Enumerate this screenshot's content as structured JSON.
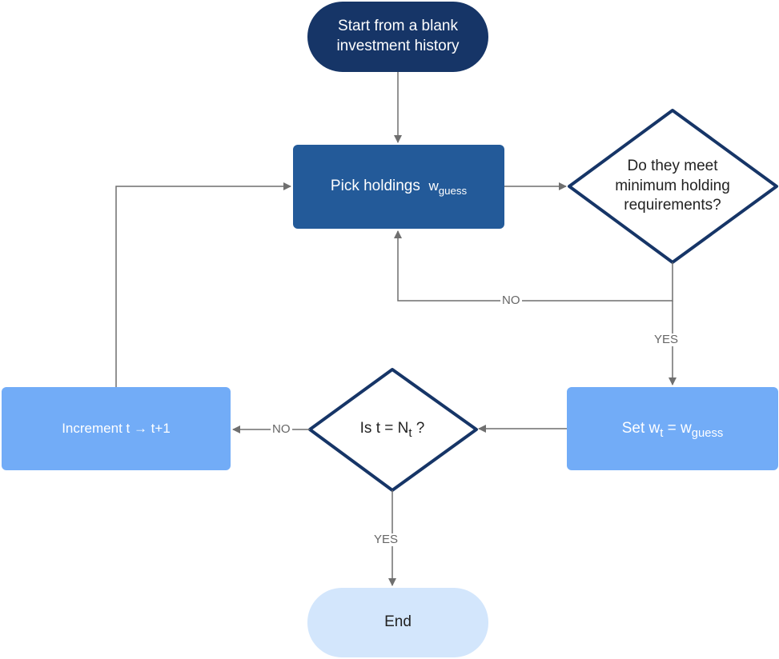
{
  "nodes": {
    "start": {
      "line1": "Start from a blank",
      "line2": "investment history"
    },
    "pick": {
      "label": "Pick holdings",
      "var_base": "w",
      "var_sub": "guess"
    },
    "decision_min": {
      "line1": "Do they meet",
      "line2": "minimum holding",
      "line3": "requirements?"
    },
    "set": {
      "prefix": "Set ",
      "lhs_base": "w",
      "lhs_sub": "t",
      "eq": " = ",
      "rhs_base": "w",
      "rhs_sub": "guess"
    },
    "decision_end": {
      "prefix": "Is t = ",
      "n_base": "N",
      "n_sub": "t",
      "suffix": " ?"
    },
    "increment": {
      "label": "Increment t → t+1"
    },
    "end": {
      "label": "End"
    }
  },
  "edges": {
    "min_no": "NO",
    "min_yes": "YES",
    "end_no": "NO",
    "end_yes": "YES"
  },
  "colors": {
    "start_fill": "#163567",
    "pick_fill": "#235a99",
    "decision_stroke": "#163567",
    "set_fill": "#72acf7",
    "increment_fill": "#72acf7",
    "end_fill": "#d3e6fc",
    "connector": "#6f6f6f"
  }
}
